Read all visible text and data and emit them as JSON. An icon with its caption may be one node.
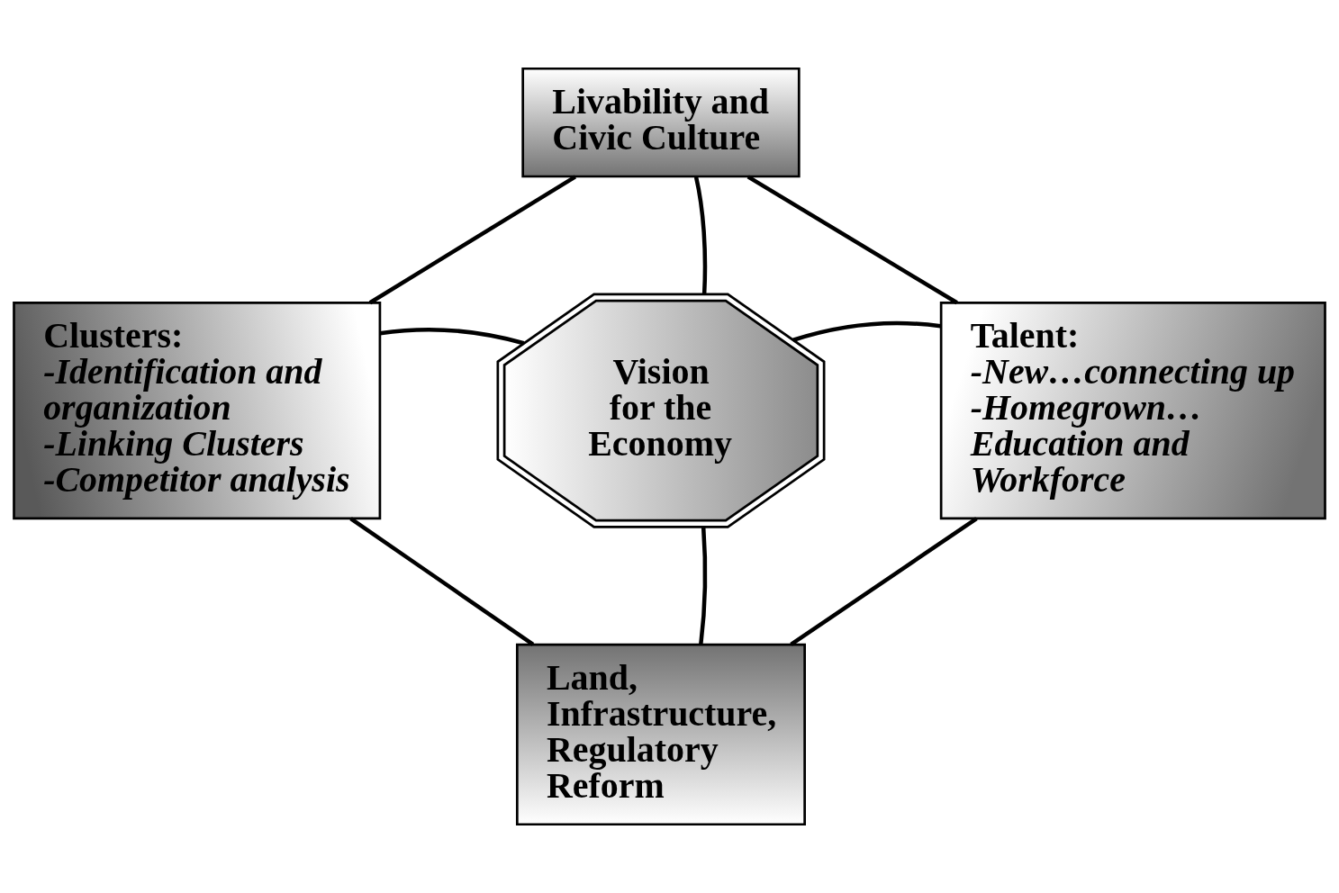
{
  "diagram": {
    "nodes": [
      {
        "text": [
          "Livability and Civic Culture"
        ]
      },
      {
        "text": [
          "Clusters:",
          "-Identification and organization",
          "-Linking Clusters",
          "-Competitor analysis"
        ]
      },
      {
        "text": [
          "Vision for the Economy"
        ]
      },
      {
        "text": [
          "Talent:",
          "-New…connecting up",
          "-Homegrown… Education and Workforce"
        ]
      },
      {
        "text": [
          "Land, Infrastructure, Regulatory Reform"
        ]
      }
    ],
    "edges": [
      {
        "from": 0,
        "to": 1,
        "arrow": "none"
      },
      {
        "from": 0,
        "to": 3,
        "arrow": "none"
      },
      {
        "from": 1,
        "to": 4,
        "arrow": "none"
      },
      {
        "from": 3,
        "to": 4,
        "arrow": "none"
      },
      {
        "from": 0,
        "to": 2,
        "arrow": "none"
      },
      {
        "from": 2,
        "to": 4,
        "arrow": "none"
      },
      {
        "from": 1,
        "to": 2,
        "arrow": "none"
      },
      {
        "from": 2,
        "to": 3,
        "arrow": "none"
      }
    ]
  }
}
